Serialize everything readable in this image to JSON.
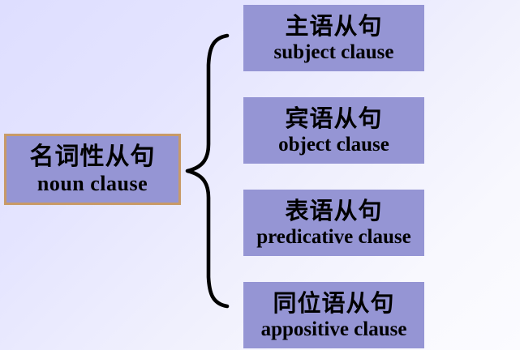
{
  "diagram": {
    "title_node": {
      "chinese": "名词性从句",
      "english": "noun clause"
    },
    "branches": [
      {
        "chinese": "主语从句",
        "english": "subject clause"
      },
      {
        "chinese": "宾语从句",
        "english": "object clause"
      },
      {
        "chinese": "表语从句",
        "english": "predicative clause"
      },
      {
        "chinese": "同位语从句",
        "english": "appositive clause"
      }
    ],
    "connector": {
      "kind": "curly-brace",
      "orientation": "left-pointing"
    },
    "colors": {
      "box_fill": "#9595d4",
      "root_border": "#c89a68",
      "text": "#000000",
      "brace": "#000000",
      "background_start": "#dedeff",
      "background_end": "#fbfbff"
    }
  }
}
